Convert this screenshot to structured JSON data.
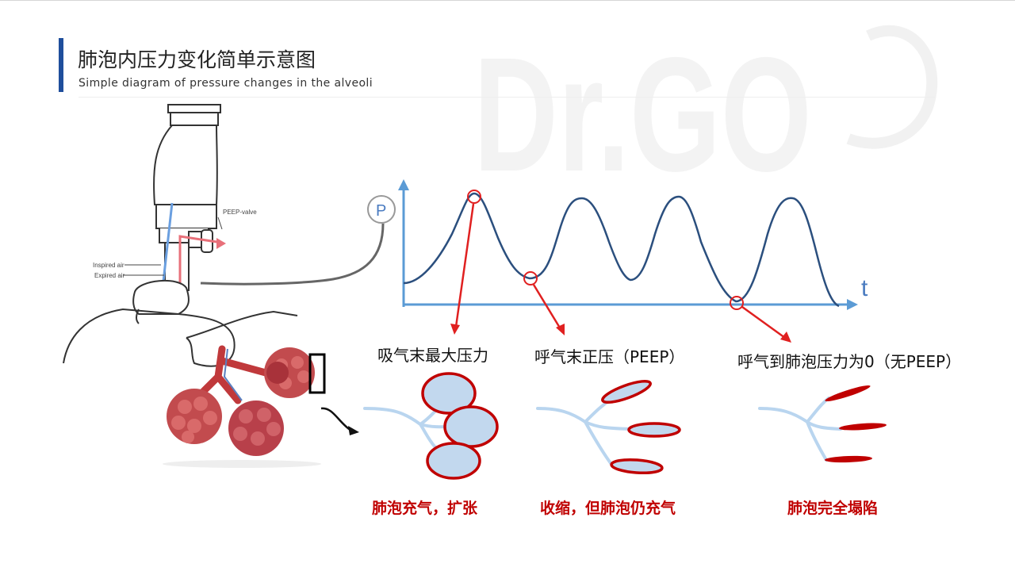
{
  "header": {
    "title": "肺泡内压力变化简单示意图",
    "subtitle": "Simple diagram of pressure changes in the alveoli"
  },
  "watermark": {
    "text": "Dr.GO"
  },
  "ventilator": {
    "peep_valve_label": "PEEP-valve",
    "inspired_label": "Inspired air",
    "expired_label": "Expired air"
  },
  "graph": {
    "gauge_label": "P",
    "time_label": "t",
    "line_color": "#2b4f7e",
    "axis_color": "#5b9bd5",
    "marker_color": "#e02020"
  },
  "annotations": {
    "peak": "吸气末最大压力",
    "peep": "呼气末正压（PEEP）",
    "zero": "呼气到肺泡压力为0（无PEEP）"
  },
  "alveoli_states": [
    {
      "caption": "肺泡充气，扩张"
    },
    {
      "caption": "收缩，但肺泡仍充气"
    },
    {
      "caption": "肺泡完全塌陷"
    }
  ]
}
